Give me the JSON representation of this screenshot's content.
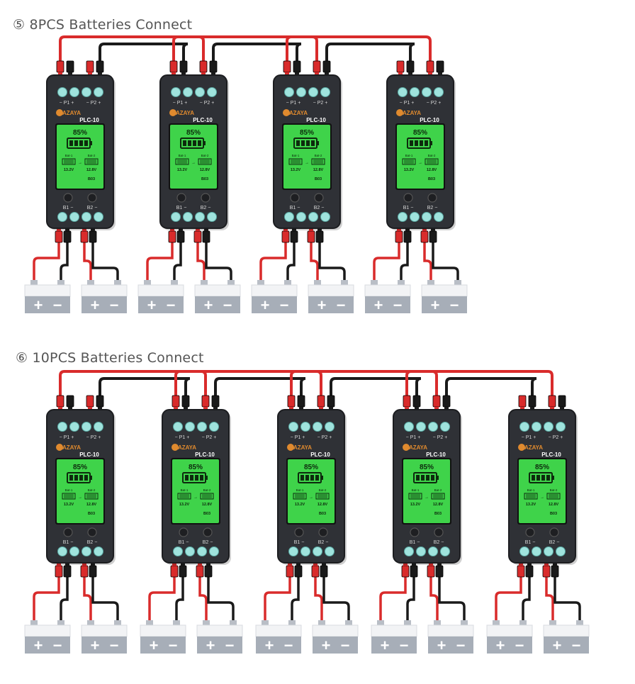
{
  "sections": [
    {
      "title": "⑤ 8PCS Batteries Connect",
      "controller_count": 4,
      "battery_count": 8
    },
    {
      "title": "⑥  10PCS Batteries Connect",
      "controller_count": 5,
      "battery_count": 10
    }
  ],
  "controller": {
    "brand": "AZAYA",
    "model": "PLC-10",
    "percent": "85%",
    "bat1_label": "Bat-1",
    "bat2_label": "Bat-2",
    "bat1_voltage": "13.2V",
    "bat2_voltage": "12.8V",
    "code": "B03",
    "p1_label": "− P1 +",
    "p2_label": "− P2 +",
    "b1_label": "B1 −",
    "b2_label": "B2 −"
  },
  "battery": {
    "plus_symbol": "+",
    "minus_symbol": "−"
  },
  "colors": {
    "device_body": "#2f3136",
    "device_bezel": "#1c1d20",
    "terminal": "#9fe3dd",
    "screen": "#3fd34a",
    "red_wire": "#d92b2b",
    "black_wire": "#1a1a1a",
    "battery_top": "#f2f3f5",
    "battery_body": "#a7aeb8"
  },
  "icons": [
    "battery-icon",
    "knob-icon",
    "terminal-icon",
    "azaya-logo-icon"
  ]
}
